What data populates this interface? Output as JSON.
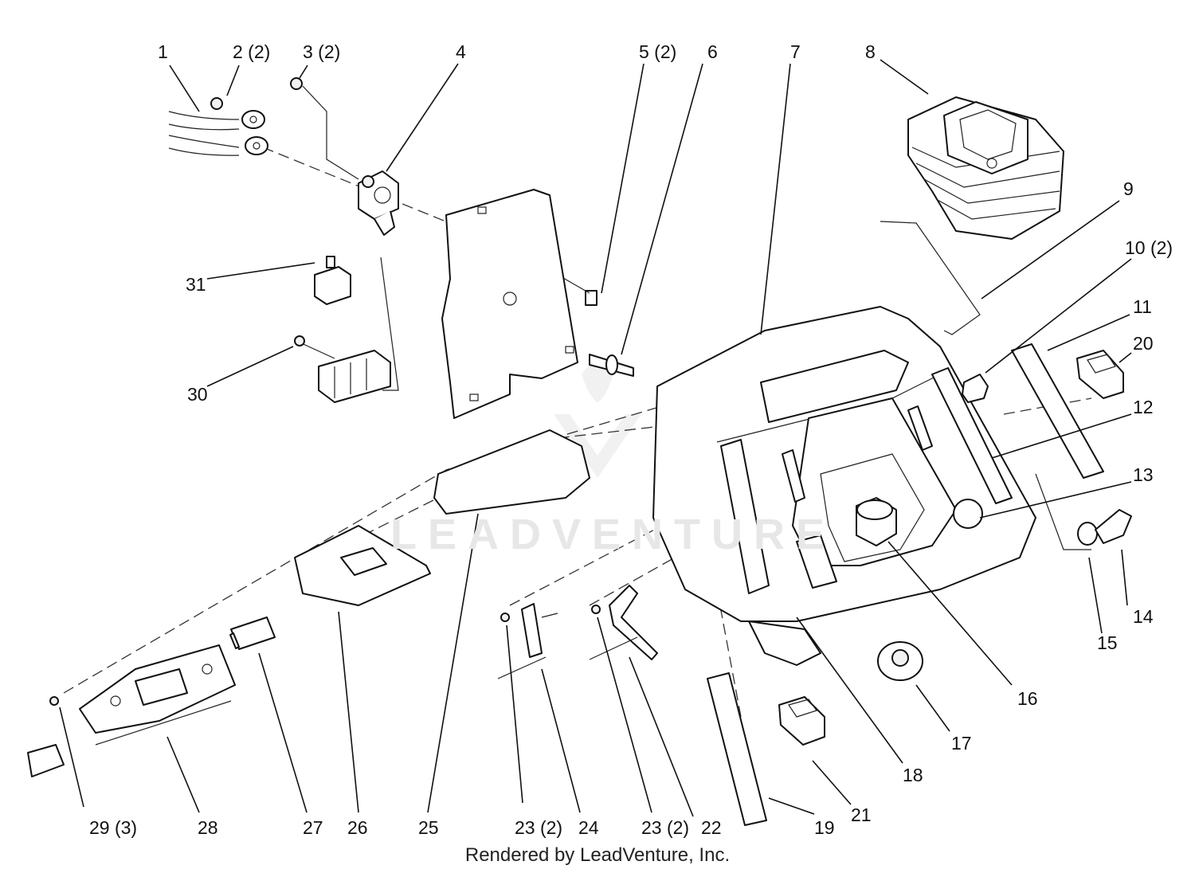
{
  "diagram": {
    "callouts": [
      {
        "id": "c1",
        "text": "1"
      },
      {
        "id": "c2",
        "text": "2 (2)"
      },
      {
        "id": "c3",
        "text": "3 (2)"
      },
      {
        "id": "c4",
        "text": "4"
      },
      {
        "id": "c5",
        "text": "5 (2)"
      },
      {
        "id": "c6",
        "text": "6"
      },
      {
        "id": "c7",
        "text": "7"
      },
      {
        "id": "c8",
        "text": "8"
      },
      {
        "id": "c9",
        "text": "9"
      },
      {
        "id": "c10",
        "text": "10 (2)"
      },
      {
        "id": "c11",
        "text": "11"
      },
      {
        "id": "c20",
        "text": "20"
      },
      {
        "id": "c12",
        "text": "12"
      },
      {
        "id": "c13",
        "text": "13"
      },
      {
        "id": "c14",
        "text": "14"
      },
      {
        "id": "c15",
        "text": "15"
      },
      {
        "id": "c16",
        "text": "16"
      },
      {
        "id": "c17",
        "text": "17"
      },
      {
        "id": "c18",
        "text": "18"
      },
      {
        "id": "c19",
        "text": "19"
      },
      {
        "id": "c21",
        "text": "21"
      },
      {
        "id": "c22",
        "text": "22"
      },
      {
        "id": "c23b",
        "text": "23 (2)"
      },
      {
        "id": "c24",
        "text": "24"
      },
      {
        "id": "c23a",
        "text": "23 (2)"
      },
      {
        "id": "c25",
        "text": "25"
      },
      {
        "id": "c26",
        "text": "26"
      },
      {
        "id": "c27",
        "text": "27"
      },
      {
        "id": "c28",
        "text": "28"
      },
      {
        "id": "c29",
        "text": "29 (3)"
      },
      {
        "id": "c30",
        "text": "30"
      },
      {
        "id": "c31",
        "text": "31"
      }
    ],
    "watermark": "LEADVENTURE",
    "footer": "Rendered by LeadVenture, Inc."
  }
}
